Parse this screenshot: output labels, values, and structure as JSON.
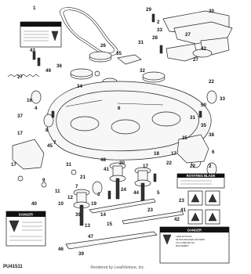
{
  "figure_id": "PU41511",
  "credit": "Rendered by LeadVenture, Inc.",
  "callouts": [
    "1",
    "29",
    "30",
    "2",
    "33",
    "28",
    "27",
    "43",
    "36",
    "26",
    "31",
    "35",
    "42",
    "27",
    "49",
    "27",
    "32",
    "34",
    "16",
    "33",
    "22",
    "37",
    "4",
    "6",
    "50",
    "8",
    "7",
    "17",
    "45",
    "31",
    "35",
    "38",
    "25",
    "6",
    "31",
    "17",
    "9",
    "21",
    "41",
    "48",
    "18",
    "7",
    "11",
    "12",
    "10",
    "3",
    "19",
    "14",
    "13",
    "15",
    "44",
    "40",
    "24",
    "23",
    "5",
    "23",
    "39",
    "47",
    "46",
    "39",
    "42",
    "20",
    "17",
    "22",
    "17",
    "22",
    "2",
    "41"
  ],
  "decals": {
    "rotating_blade_title": "ROTATING BLADE",
    "danger_left_title": "DANGER",
    "danger_right_title": "DANGER",
    "danger_right_sub1": "LAME ROTATIVE",
    "danger_right_sub2": "NE PAS ENGAGER LES PIEDS",
    "danger_right_sub3": "SI LA LAME EST EN",
    "danger_right_sub4": "MOUVEMENT"
  }
}
